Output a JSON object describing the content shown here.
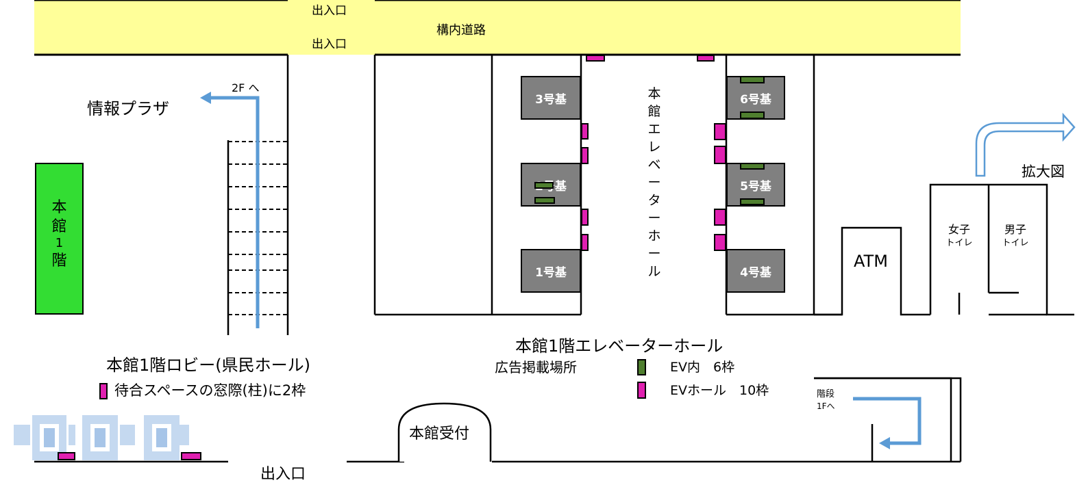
{
  "road": {
    "label": "構内道路",
    "entrance_top_upper": "出入口",
    "entrance_top_lower": "出入口"
  },
  "lobby": {
    "to_2f": "2F へ",
    "info_plaza": "情報プラザ",
    "building_label": [
      "本",
      "館",
      "1",
      "階"
    ],
    "title": "本館1階ロビー(県民ホール)",
    "legend_window_text": "待合スペースの窓際(柱)に2枠"
  },
  "elevator_hall": {
    "vertical_label": [
      "本",
      "館",
      "エ",
      "レ",
      "ベ",
      "ー",
      "タ",
      "ー",
      "ホ",
      "ー",
      "ル"
    ],
    "units": {
      "unit1": "1号基",
      "unit2": "2号基",
      "unit3": "3号基",
      "unit4": "4号基",
      "unit5": "5号基",
      "unit6": "6号基"
    },
    "title": "本館1階エレベーターホール",
    "ad_location_label": "広告掲載場所",
    "legend_ev_inside": "EV内　6枠",
    "legend_ev_hall": "EVホール　10枠"
  },
  "right_side": {
    "atm": "ATM",
    "womens_toilet": [
      "女子",
      "トイレ"
    ],
    "mens_toilet": [
      "男子",
      "トイレ"
    ],
    "enlarged_view": "拡大図",
    "stairs": "階段",
    "stairs_to_1f": "1Fへ"
  },
  "bottom": {
    "reception": "本館受付",
    "entrance": "出入口"
  },
  "colors": {
    "road": "#ffff99",
    "building_green": "#33dd33",
    "elevator_gray": "#808080",
    "ad_pink": "#e020b0",
    "ad_green": "#4f7f2f",
    "arrow_blue": "#5b9bd5"
  }
}
